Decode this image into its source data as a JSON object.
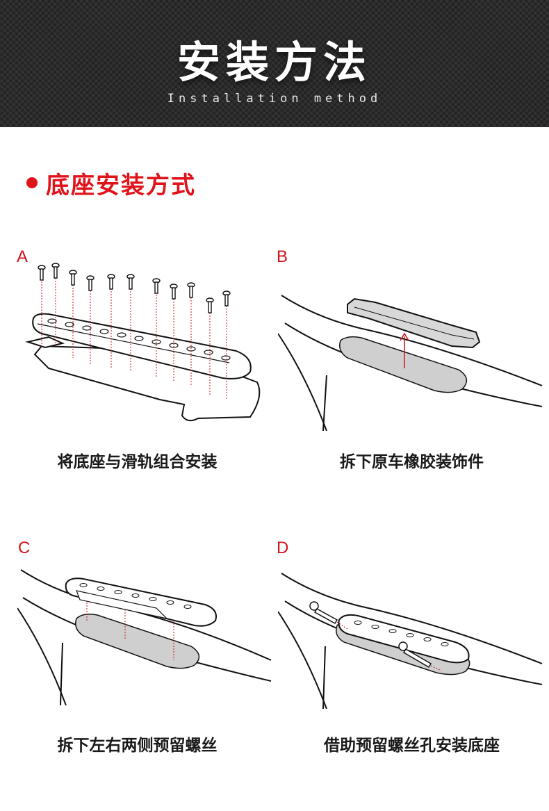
{
  "header": {
    "title": "安装方法",
    "subtitle": "Installation method",
    "background_color": "#2b2b2b"
  },
  "section": {
    "title": "底座安装方式",
    "accent_color": "#e1131a"
  },
  "steps": [
    {
      "letter": "A",
      "caption": "将底座与滑轨组合安装"
    },
    {
      "letter": "B",
      "caption": "拆下原车橡胶装饰件"
    },
    {
      "letter": "C",
      "caption": "拆下左右两侧预留螺丝"
    },
    {
      "letter": "D",
      "caption": "借助预留螺丝孔安装底座"
    }
  ]
}
